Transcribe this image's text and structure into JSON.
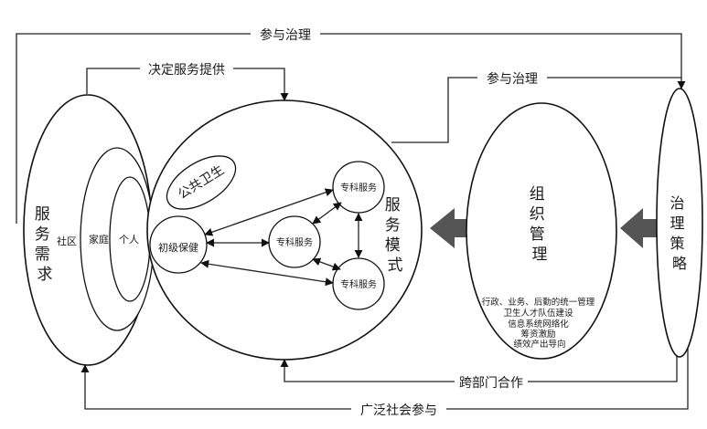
{
  "diagram": {
    "labels": {
      "top_participation": "参与治理",
      "decide_service": "决定服务提供",
      "mid_participation": "参与治理",
      "cross_dept": "跨部门合作",
      "broad_social": "广泛社会参与"
    },
    "demand": {
      "title_chars": [
        "服",
        "务",
        "需",
        "求"
      ],
      "community": "社区",
      "family": "家庭",
      "individual": "个人"
    },
    "model": {
      "title_chars": [
        "服",
        "务",
        "模",
        "式"
      ],
      "public_health": "公共卫生",
      "primary_care": "初级保健",
      "specialist_top": "专科服务",
      "specialist_mid": "专科服务",
      "specialist_bottom": "专科服务"
    },
    "org": {
      "title_chars": [
        "组",
        "织",
        "管",
        "理"
      ],
      "items": [
        "行政、业务、后勤的统一管理",
        "卫生人才队伍建设",
        "信息系统网络化",
        "筹资激励",
        "绩效产出导向"
      ]
    },
    "governance": {
      "title_chars": [
        "治",
        "理",
        "策",
        "略"
      ]
    }
  }
}
